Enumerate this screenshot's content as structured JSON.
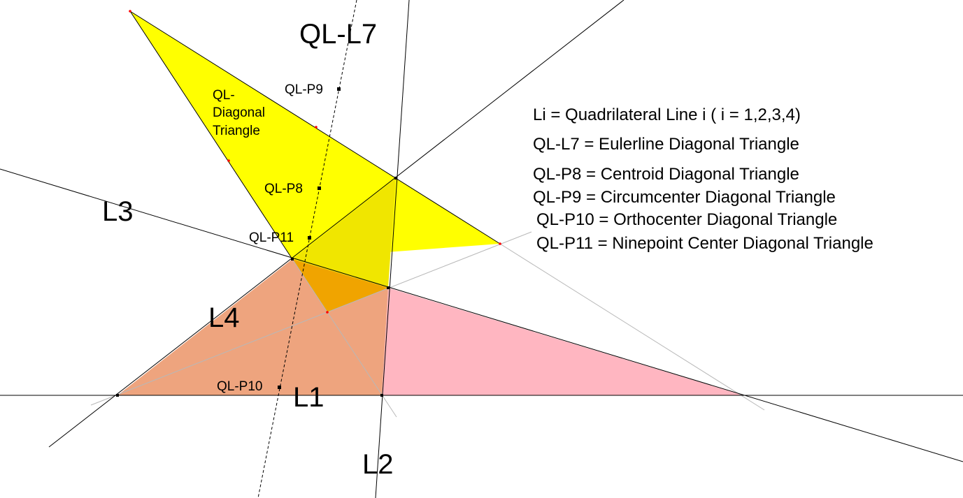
{
  "lines": {
    "l1": "L1",
    "l2": "L2",
    "l3": "L3",
    "l4": "L4",
    "euler": "QL-L7"
  },
  "points": {
    "p8": "QL-P8",
    "p9": "QL-P9",
    "p10": "QL-P10",
    "p11": "QL-P11"
  },
  "triangle_label": [
    "QL-",
    "Diagonal",
    "Triangle"
  ],
  "legend": [
    "Li = Quadrilateral Line i ( i = 1,2,3,4)",
    "QL-L7 = Eulerline Diagonal Triangle",
    "QL-P8 = Centroid Diagonal Triangle",
    "QL-P9 = Circumcenter Diagonal Triangle",
    "QL-P10 = Orthocenter Diagonal Triangle",
    "QL-P11 = Ninepoint Center Diagonal Triangle"
  ],
  "colors": {
    "diagonal_triangle": "#ffff00",
    "diagonal_triangle_overlap": "#f0e600",
    "quad_triangle_left": "#eea47e",
    "quad_triangle_right": "#ffb6c1",
    "overlap_orange": "#f0a400",
    "lines": "#000000",
    "aux_lines": "#c0c0c0",
    "vertex_marker": "#ff0000"
  }
}
